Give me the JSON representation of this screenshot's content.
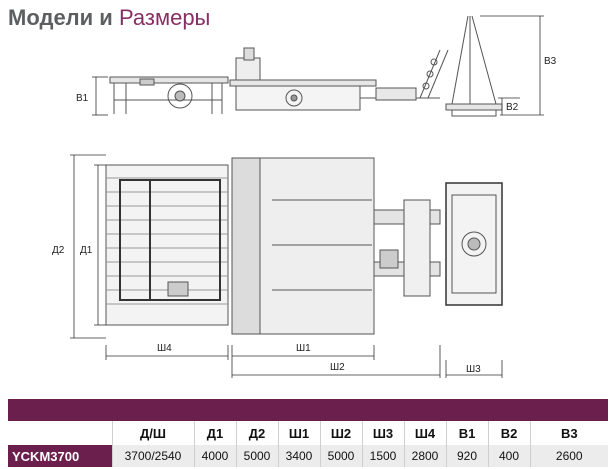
{
  "title": {
    "part1": "Модели и",
    "part2": "Размеры"
  },
  "dimensions": {
    "b1": "В1",
    "b2": "В2",
    "b3": "В3",
    "d1": "Д1",
    "d2": "Д2",
    "w1": "Ш1",
    "w2": "Ш2",
    "w3": "Ш3",
    "w4": "Ш4"
  },
  "spec_table": {
    "headers": [
      "Д/Ш",
      "Д1",
      "Д2",
      "Ш1",
      "Ш2",
      "Ш3",
      "Ш4",
      "В1",
      "В2",
      "В3"
    ],
    "rows": [
      {
        "model": "YCKM3700",
        "values": [
          "3700/2540",
          "4000",
          "5000",
          "3400",
          "5000",
          "1500",
          "2800",
          "920",
          "400",
          "2600"
        ]
      }
    ]
  },
  "colors": {
    "brand": "#6b1f4d",
    "title_gray": "#5d5e60",
    "title_accent": "#862f63"
  }
}
